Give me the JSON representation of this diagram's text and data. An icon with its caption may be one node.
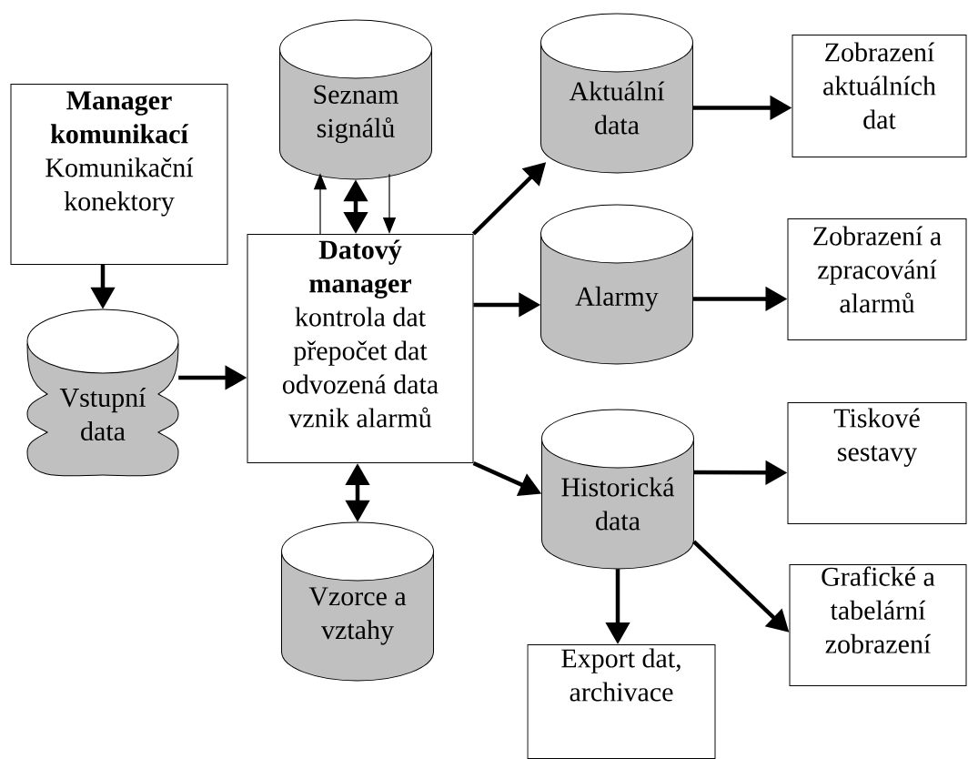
{
  "diagram": {
    "nodes": [
      {
        "text": [
          "Manager komunikací",
          "Komunikační konektory"
        ]
      },
      {
        "text": [
          "Seznam signálů"
        ]
      },
      {
        "text": [
          "Datový manager",
          "kontrola dat",
          "přepočet dat",
          "odvozená data",
          "vznik alarmů"
        ]
      },
      {
        "text": [
          "Vstupní data"
        ]
      },
      {
        "text": [
          "Aktuální data"
        ]
      },
      {
        "text": [
          "Zobrazení aktuálních dat"
        ]
      },
      {
        "text": [
          "Alarmy"
        ]
      },
      {
        "text": [
          "Zobrazení a zpracování alarmů"
        ]
      },
      {
        "text": [
          "Historická data"
        ]
      },
      {
        "text": [
          "Tiskové sestavy"
        ]
      },
      {
        "text": [
          "Vzorce a vztahy"
        ]
      },
      {
        "text": [
          "Export dat, archivace"
        ]
      },
      {
        "text": [
          "Grafické a tabelární zobrazení"
        ]
      }
    ],
    "edges": [
      {
        "from": 0,
        "to": 3,
        "arrow": "to"
      },
      {
        "from": 3,
        "to": 2,
        "arrow": "to"
      },
      {
        "from": 2,
        "to": 1,
        "arrow": "to"
      },
      {
        "from": 2,
        "to": 1,
        "arrow": "both"
      },
      {
        "from": 1,
        "to": 2,
        "arrow": "to"
      },
      {
        "from": 2,
        "to": 4,
        "arrow": "to"
      },
      {
        "from": 2,
        "to": 6,
        "arrow": "to"
      },
      {
        "from": 2,
        "to": 8,
        "arrow": "to"
      },
      {
        "from": 2,
        "to": 10,
        "arrow": "both"
      },
      {
        "from": 4,
        "to": 5,
        "arrow": "to"
      },
      {
        "from": 6,
        "to": 7,
        "arrow": "to"
      },
      {
        "from": 8,
        "to": 9,
        "arrow": "to"
      },
      {
        "from": 8,
        "to": 12,
        "arrow": "to"
      },
      {
        "from": 8,
        "to": 11,
        "arrow": "to"
      }
    ]
  }
}
